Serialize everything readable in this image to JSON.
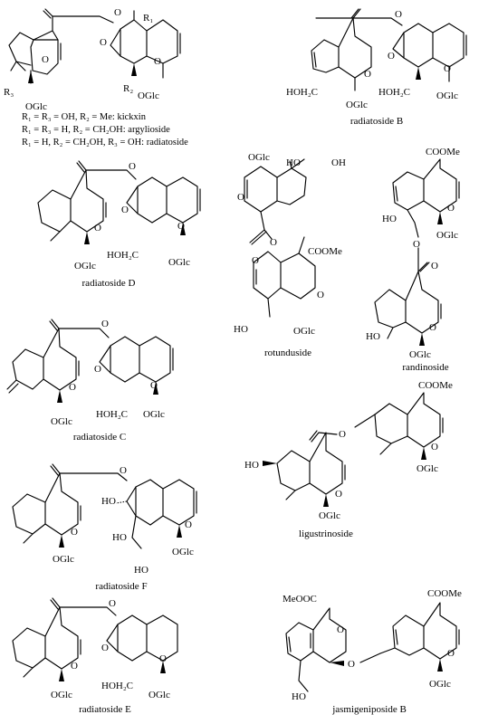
{
  "legend": {
    "line1": "R₁ = R₃ = OH, R₂ = Me: kickxin",
    "line2": "R₁ = R₃ = H, R₂ = CH₂OH: argylioside",
    "line3": "R₁ = H, R₂ = CH₂OH, R₃ = OH: radiatoside"
  },
  "atoms": {
    "oglc": "OGlc",
    "o": "O",
    "r1": "R₁",
    "r2": "R₂",
    "r3": "R₃",
    "hoh2c": "HOH₂C",
    "ho": "HO",
    "oh": "OH",
    "coome": "COOMe",
    "meooc": "MeOOC"
  },
  "captions": {
    "radiatoside_b": "radiatoside B",
    "radiatoside_d": "radiatoside D",
    "rotunduside": "rotunduside",
    "randinoside": "randinoside",
    "radiatoside_c": "radiatoside C",
    "ligustrinoside": "ligustrinoside",
    "radiatoside_f": "radiatoside F",
    "radiatoside_e": "radiatoside E",
    "jasmigeniposide_b": "jasmigeniposide B"
  }
}
